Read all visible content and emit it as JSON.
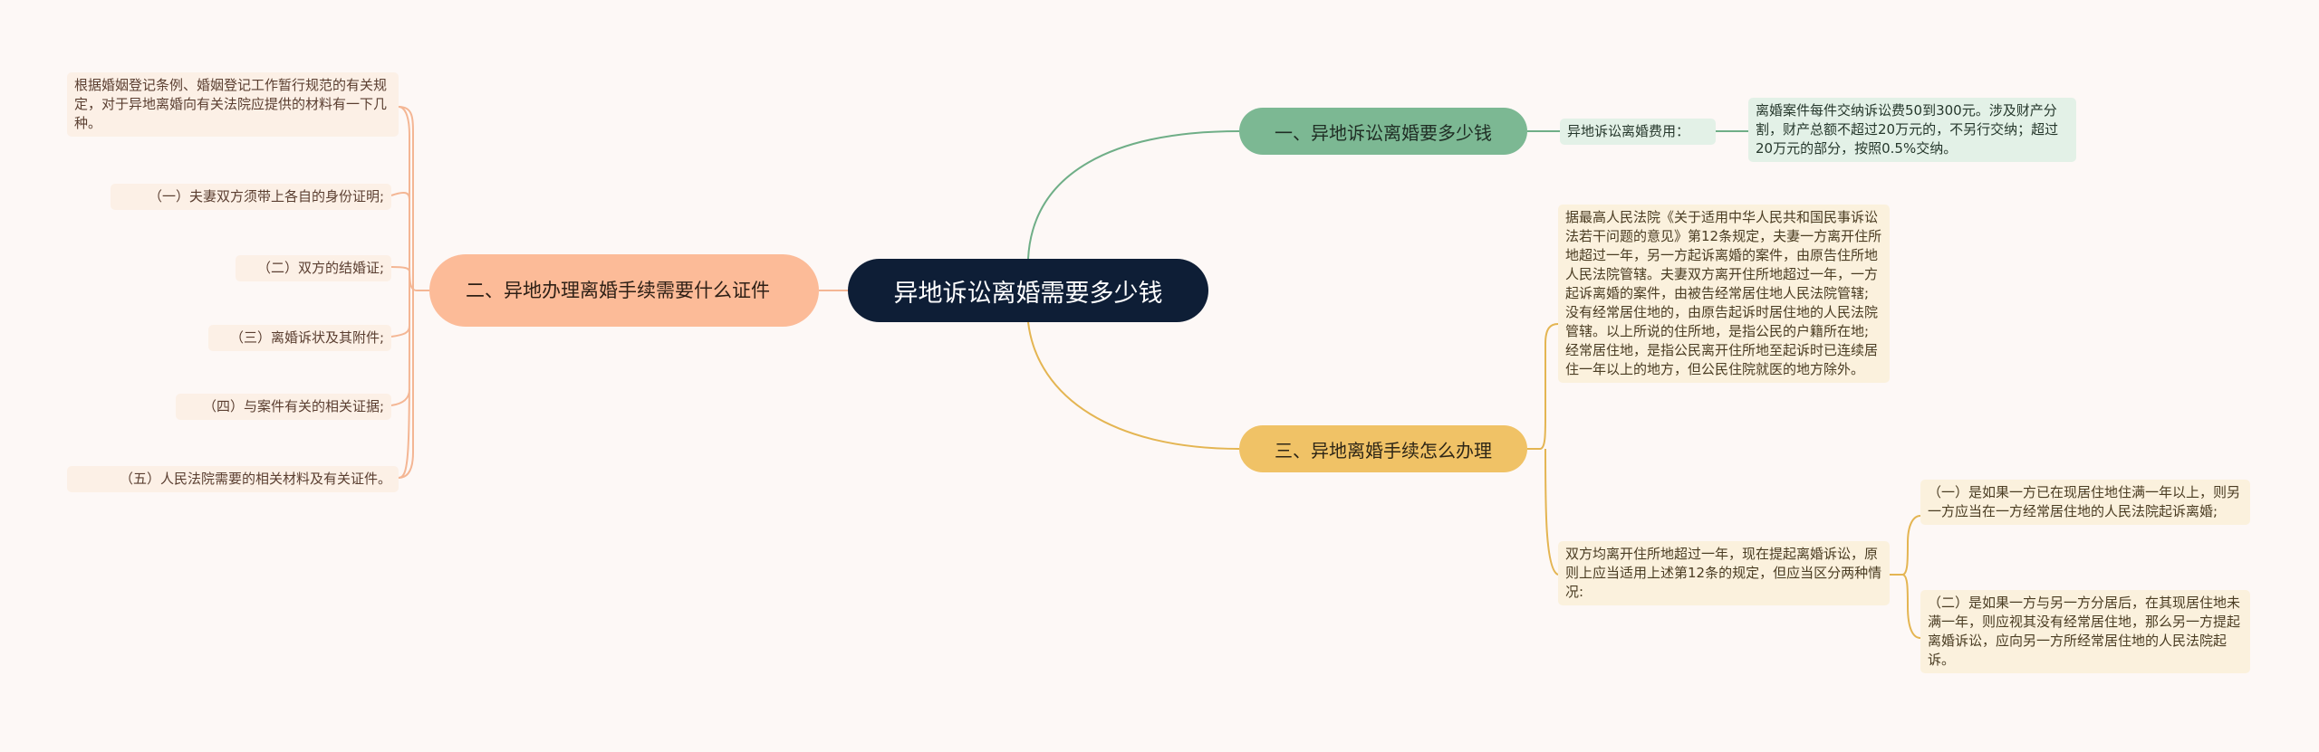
{
  "root": {
    "title": "异地诉讼离婚需要多少钱"
  },
  "branch1": {
    "title": "一、异地诉讼离婚要多少钱",
    "label": "异地诉讼离婚费用：",
    "detail": "离婚案件每件交纳诉讼费50到300元。涉及财产分割，财产总额不超过20万元的，不另行交纳；超过20万元的部分，按照0.5%交纳。"
  },
  "branch2": {
    "title": "二、异地办理离婚手续需要什么证件",
    "intro": "根据婚姻登记条例、婚姻登记工作暂行规范的有关规定，对于异地离婚向有关法院应提供的材料有一下几种。",
    "items": [
      "（一）夫妻双方须带上各自的身份证明;",
      "（二）双方的结婚证;",
      "（三）离婚诉状及其附件;",
      "（四）与案件有关的相关证据;",
      "（五）人民法院需要的相关材料及有关证件。"
    ]
  },
  "branch3": {
    "title": "三、异地离婚手续怎么办理",
    "rule": "据最高人民法院《关于适用中华人民共和国民事诉讼法若干问题的意见》第12条规定，夫妻一方离开住所地超过一年，另一方起诉离婚的案件，由原告住所地人民法院管辖。夫妻双方离开住所地超过一年，一方起诉离婚的案件，由被告经常居住地人民法院管辖;没有经常居住地的，由原告起诉时居住地的人民法院管辖。以上所说的住所地，是指公民的户籍所在地;经常居住地，是指公民离开住所地至起诉时已连续居住一年以上的地方，但公民住院就医的地方除外。",
    "case": "双方均离开住所地超过一年，现在提起离婚诉讼，原则上应当适用上述第12条的规定，但应当区分两种情况:",
    "subcases": [
      "（一）是如果一方已在现居住地住满一年以上，则另一方应当在一方经常居住地的人民法院起诉离婚;",
      "（二）是如果一方与另一方分居后，在其现居住地未满一年，则应视其没有经常居住地，那么另一方提起离婚诉讼，应向另一方所经常居住地的人民法院起诉。"
    ]
  },
  "colors": {
    "background": "#fdf8f6",
    "root": "#0e1e36",
    "branch1": "#7cb893",
    "branch2": "#fcbb98",
    "branch3": "#f0c266",
    "line1": "#6fae87",
    "line2": "#f4b694",
    "line3": "#e4b552"
  }
}
